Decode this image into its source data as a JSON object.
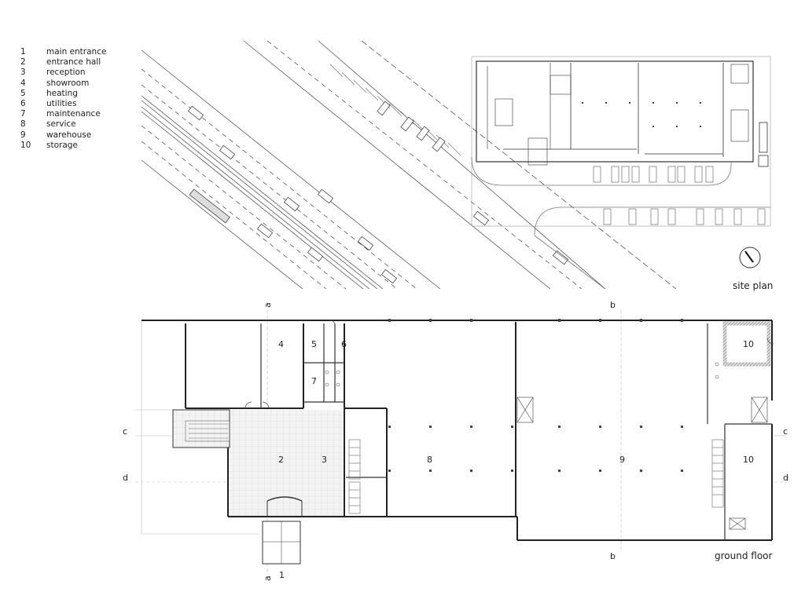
{
  "legend": [
    {
      "num": "1",
      "label": "main entrance"
    },
    {
      "num": "2",
      "label": "entrance hall"
    },
    {
      "num": "3",
      "label": "reception"
    },
    {
      "num": "4",
      "label": "showroom"
    },
    {
      "num": "5",
      "label": "heating"
    },
    {
      "num": "6",
      "label": "utilities"
    },
    {
      "num": "7",
      "label": "maintenance"
    },
    {
      "num": "8",
      "label": "service"
    },
    {
      "num": "9",
      "label": "warehouse"
    },
    {
      "num": "10",
      "label": "storage"
    }
  ],
  "site_plan": {
    "title": "site plan"
  },
  "ground_floor": {
    "title": "ground floor",
    "rooms": {
      "r1": "1",
      "r2": "2",
      "r3": "3",
      "r4": "4",
      "r5": "5",
      "r6": "6",
      "r7": "7",
      "r8": "8",
      "r9": "9",
      "r10a": "10",
      "r10b": "10"
    },
    "sections": {
      "a": "a",
      "b": "b",
      "c": "c",
      "d": "d"
    }
  }
}
